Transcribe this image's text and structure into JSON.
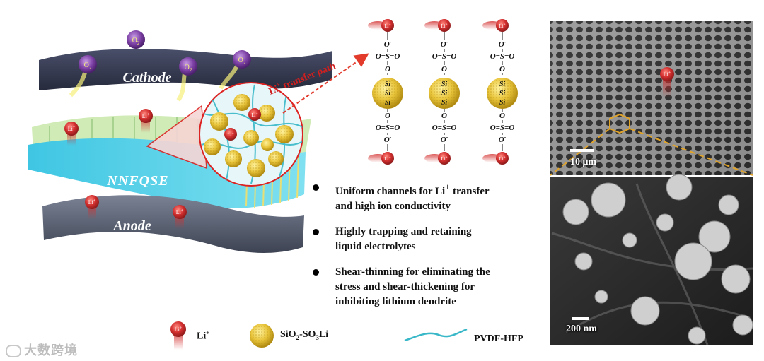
{
  "labels": {
    "cathode": "Cathode",
    "anode": "Anode",
    "electrolyte": "NNFQSE",
    "transfer_path_prefix": "Li",
    "transfer_path_sup": "+",
    "transfer_path_suffix": " transfer path",
    "o2": "O",
    "o2_sub": "2",
    "li": "Li",
    "li_sup": "+"
  },
  "chem": {
    "o_minus": "O",
    "o_minus_sup": "-",
    "sulfonate": "O=S=O",
    "o": "O",
    "si": "Si"
  },
  "bullets": [
    {
      "line1": "Uniform channels for Li",
      "sup": "+",
      "line1b": " transfer",
      "line2": "and high ion conductivity"
    },
    {
      "line1": "Highly trapping and retaining",
      "sup": "",
      "line1b": "",
      "line2": "liquid electrolytes"
    },
    {
      "line1": "Shear-thinning for eliminating the",
      "sup": "",
      "line1b": "",
      "line2": "stress  and shear-thickening for",
      "line3": "inhibiting lithium dendrite"
    }
  ],
  "legend": {
    "li_prefix": "Li",
    "li_sup": "+",
    "sio2_text_a": "SiO",
    "sio2_sub_a": "2",
    "sio2_text_b": "-SO",
    "sio2_sub_b": "3",
    "sio2_text_c": "Li",
    "pvdf": "PVDF-HFP"
  },
  "sem": {
    "top_scale": "10 μm",
    "bottom_scale": "200 nm"
  },
  "watermark": "大数跨境",
  "colors": {
    "cathode": "#3b3f57",
    "anode": "#5f6678",
    "electrolyte": "#5ccfe6",
    "li_ion": "#c0292d",
    "o2": "#7b3fa3",
    "sio2": "#e8c43a",
    "arrow": "#e23a2b",
    "pvdf": "#37b7c7",
    "highlight": "#e2a52a"
  }
}
